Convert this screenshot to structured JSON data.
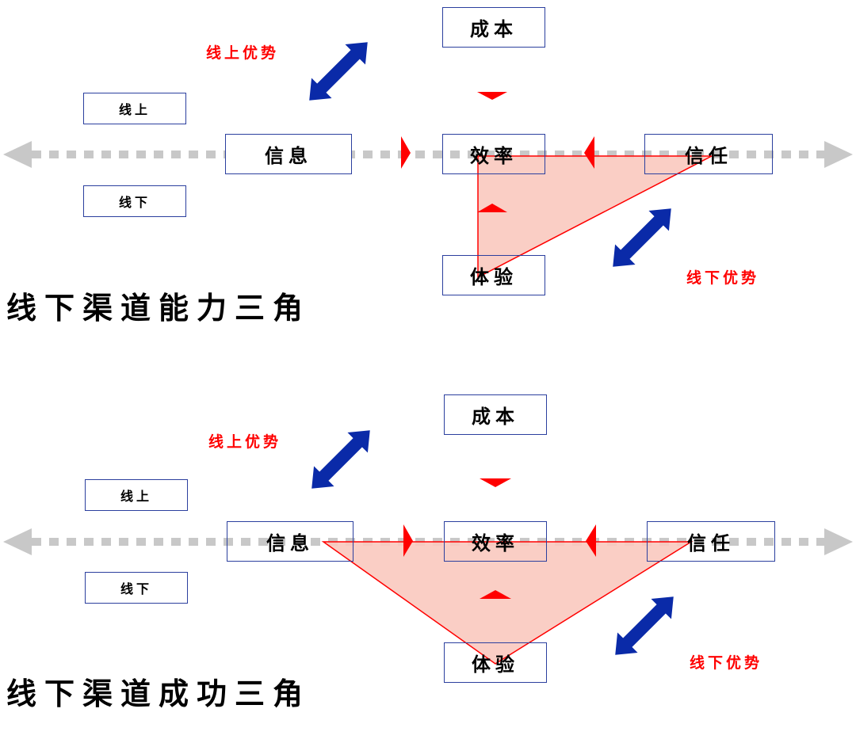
{
  "colors": {
    "box_border": "#2b3f9e",
    "accent_red": "#ff0000",
    "triangle_fill": "#f9c9bf",
    "double_arrow": "#0a2aa8",
    "axis_gray": "#c8c8c8"
  },
  "panels": [
    {
      "title": "线下渠道能力三角",
      "nodes": {
        "cost": "成本",
        "efficiency": "效率",
        "info": "信息",
        "trust": "信任",
        "experience": "体验",
        "online": "线上",
        "offline": "线下"
      },
      "online_advantage": "线上优势",
      "offline_advantage": "线下优势",
      "triangle": [
        "efficiency",
        "trust",
        "experience"
      ]
    },
    {
      "title": "线下渠道成功三角",
      "nodes": {
        "cost": "成本",
        "efficiency": "效率",
        "info": "信息",
        "trust": "信任",
        "experience": "体验",
        "online": "线上",
        "offline": "线下"
      },
      "online_advantage": "线上优势",
      "offline_advantage": "线下优势",
      "triangle": [
        "info",
        "trust",
        "experience"
      ]
    }
  ]
}
